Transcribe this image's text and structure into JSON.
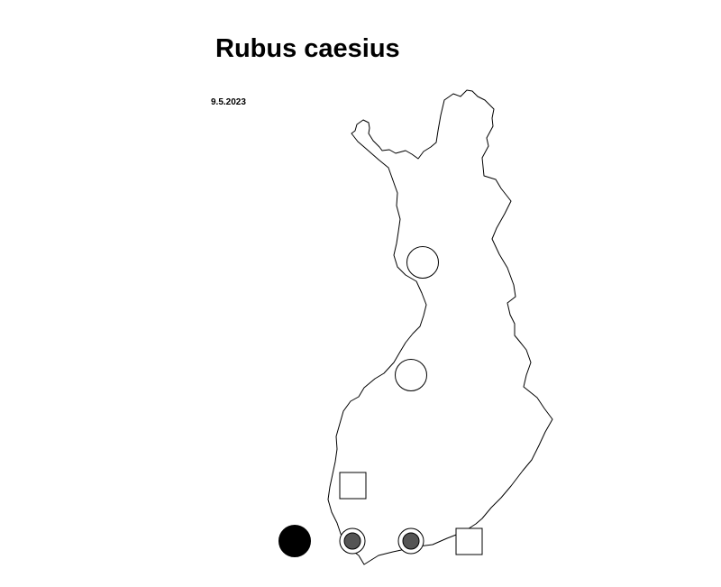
{
  "map": {
    "title": "Rubus caesius",
    "date": "9.5.2023",
    "outline_color": "#000000",
    "background_color": "#ffffff",
    "marker_colors": {
      "filled": "#000000",
      "inner_dot": "#555555",
      "hollow_fill": "#ffffff"
    },
    "markers": [
      {
        "symbol": "hollow-circle"
      },
      {
        "symbol": "hollow-circle"
      },
      {
        "symbol": "hollow-square"
      },
      {
        "symbol": "filled-circle"
      },
      {
        "symbol": "ringed-dot"
      },
      {
        "symbol": "ringed-dot"
      },
      {
        "symbol": "hollow-square"
      }
    ]
  }
}
